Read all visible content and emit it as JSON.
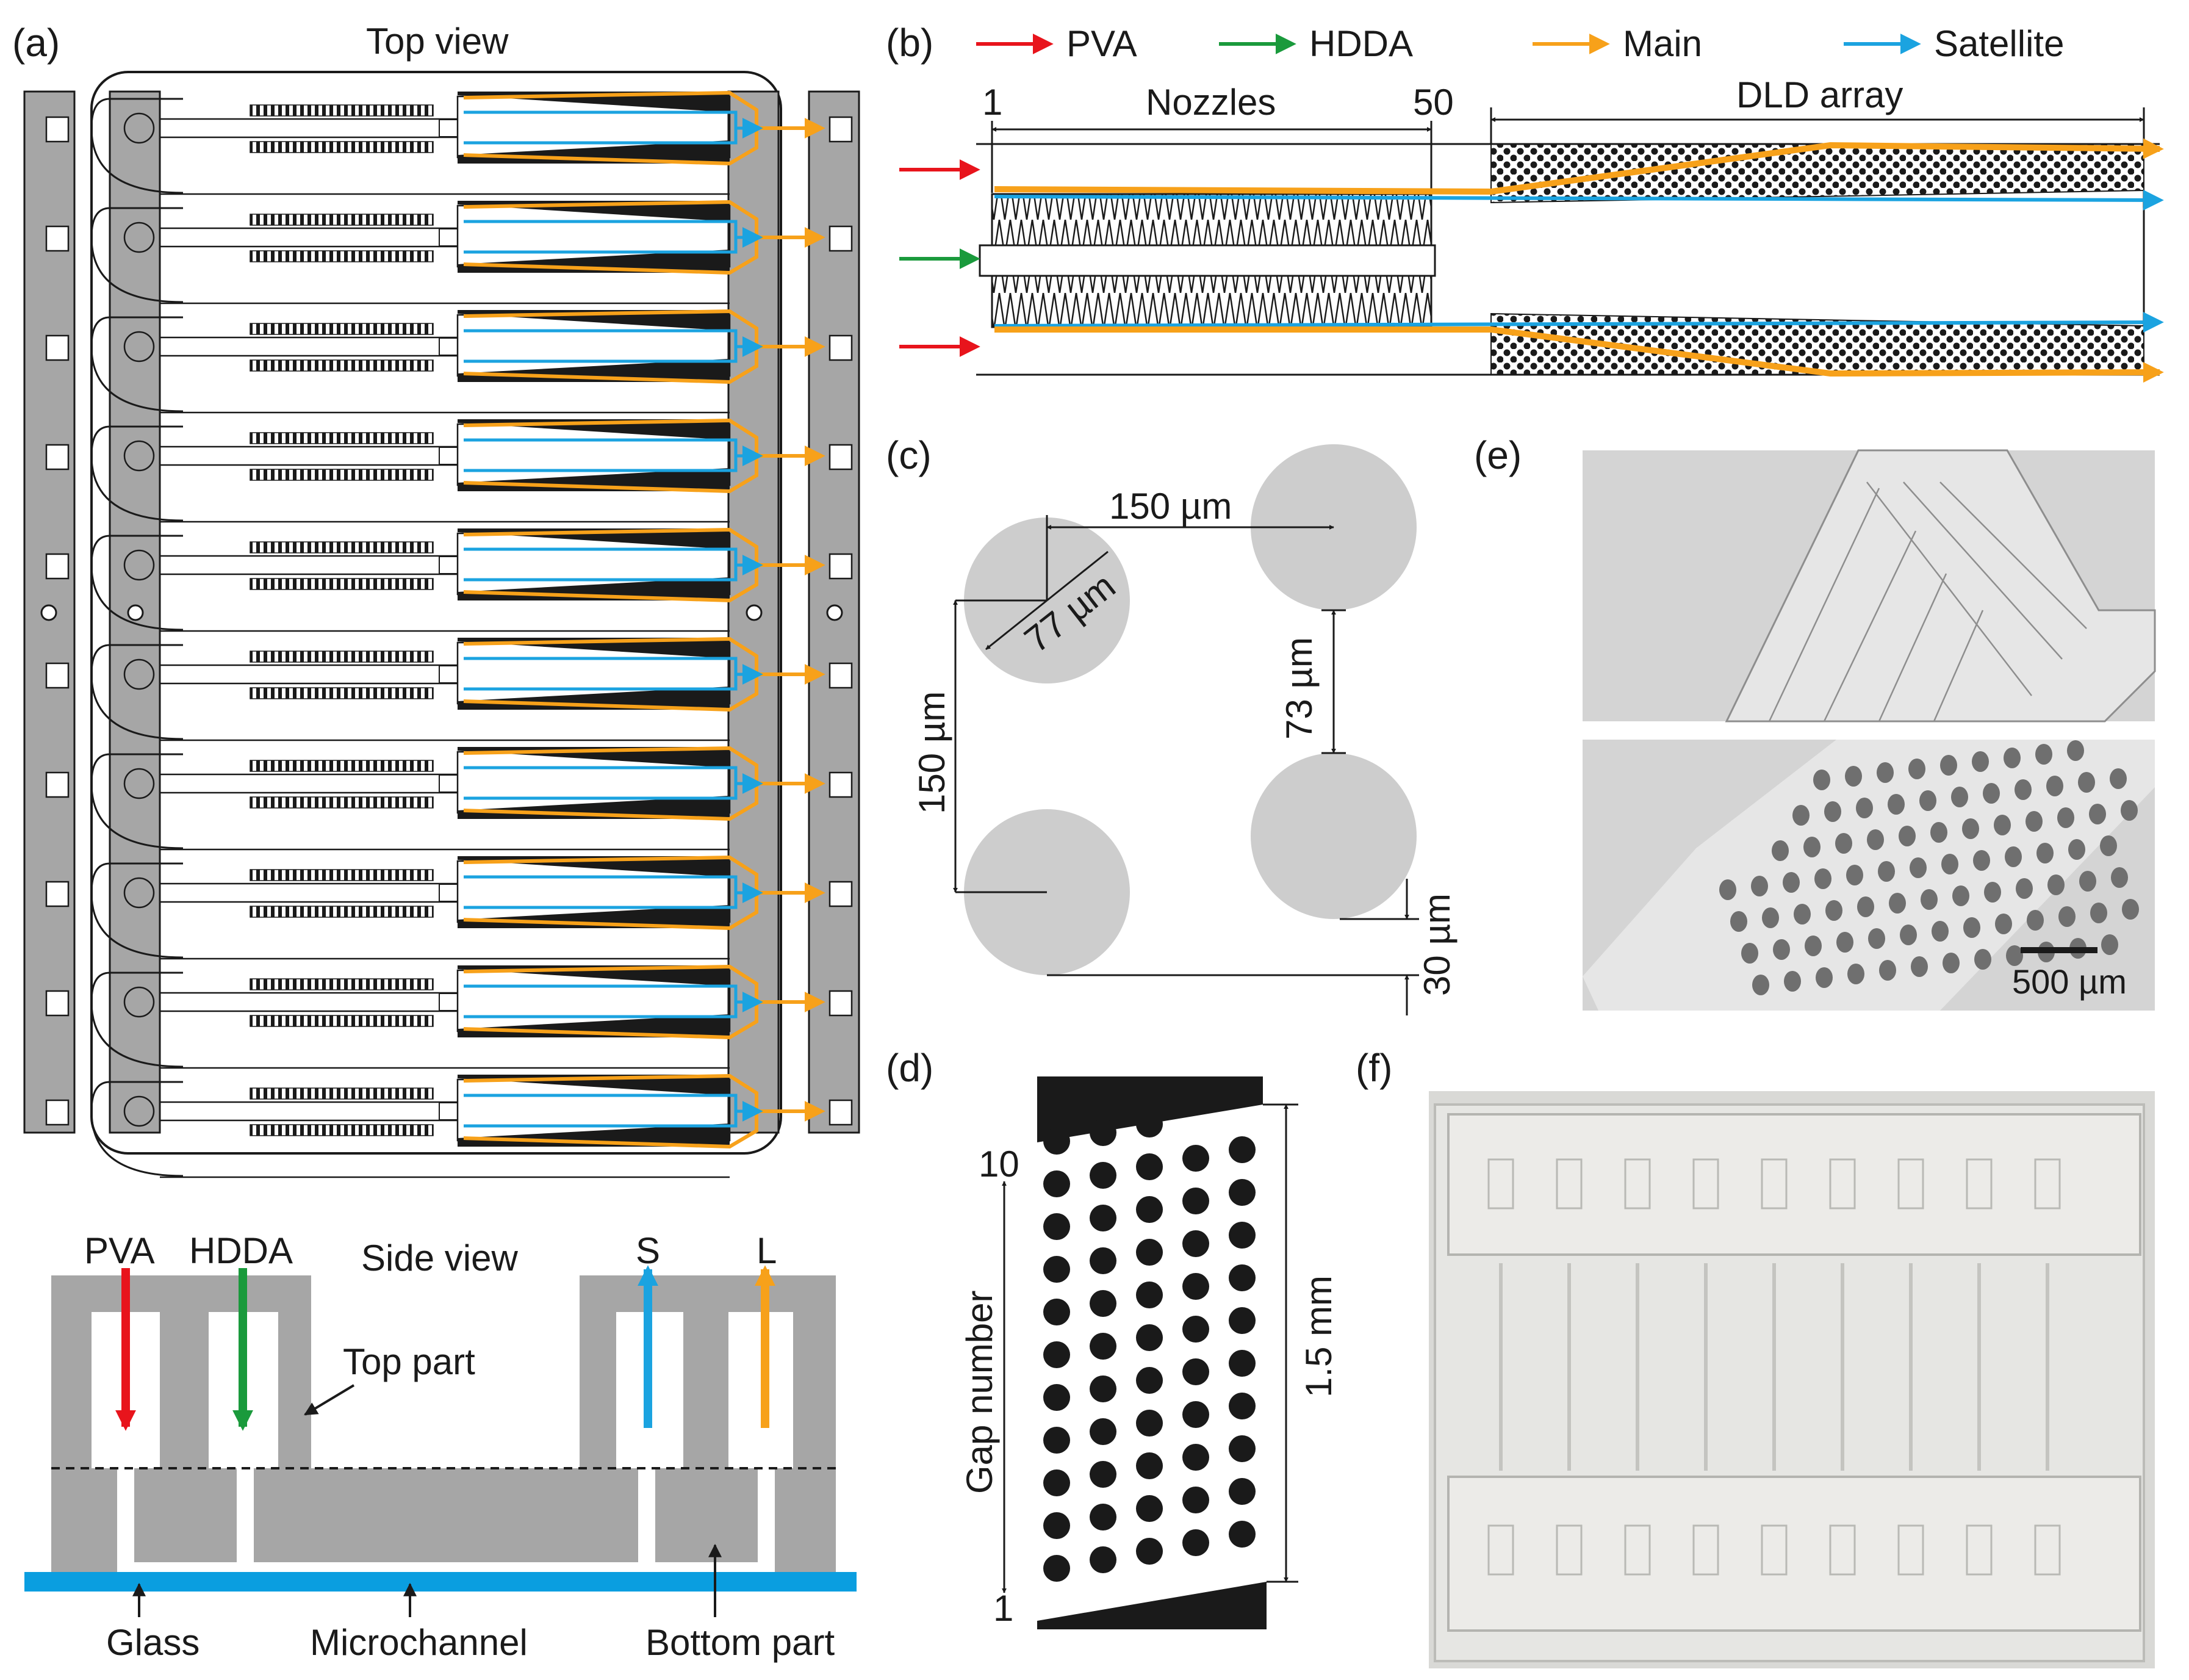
{
  "panel_labels": {
    "a": "(a)",
    "b": "(b)",
    "c": "(c)",
    "d": "(d)",
    "e": "(e)",
    "f": "(f)"
  },
  "panel_a": {
    "top_view_label": "Top view",
    "side_view_label": "Side view",
    "unit_count": 10,
    "side_labels": {
      "pva": "PVA",
      "hdda": "HDDA",
      "s": "S",
      "l": "L",
      "top_part": "Top part",
      "glass": "Glass",
      "microchannel": "Microchannel",
      "bottom_part": "Bottom part"
    }
  },
  "panel_b": {
    "legend": [
      {
        "label": "PVA",
        "color": "#e8141c"
      },
      {
        "label": "HDDA",
        "color": "#1a9a3c"
      },
      {
        "label": "Main",
        "color": "#f7a11a"
      },
      {
        "label": "Satellite",
        "color": "#1ba3e0"
      }
    ],
    "nozzle_start": "1",
    "nozzles_label": "Nozzles",
    "nozzle_end": "50",
    "dld_label": "DLD array"
  },
  "panel_c": {
    "pitch_horizontal": "150 µm",
    "pillar_diameter": "77 µm",
    "gap": "73 µm",
    "pitch_vertical": "150 µm",
    "row_shift": "30 µm"
  },
  "panel_d": {
    "gap_top": "10",
    "gap_bottom": "1",
    "axis_label": "Gap number",
    "length": "1.5 mm"
  },
  "panel_e": {
    "scale_bar": "500 µm"
  },
  "colors": {
    "pva": "#e8141c",
    "hdda": "#1a9a3c",
    "main": "#f7a11a",
    "satellite": "#1ba3e0",
    "glass": "#0a9ee0",
    "device_gray": "#a6a6a6",
    "pillar_gray": "#cdcdcd"
  }
}
